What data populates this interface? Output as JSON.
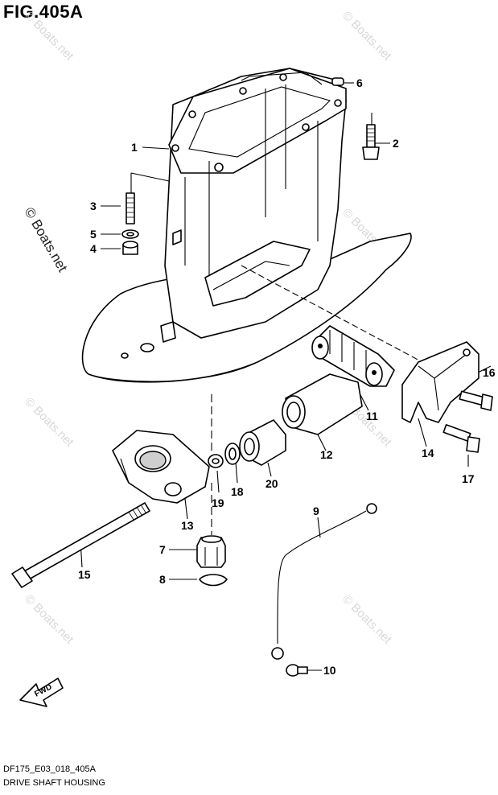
{
  "figure_title": "FIG.405A",
  "model_code": "DF175_E03_018_405A",
  "drawing_title": "DRIVE SHAFT HOUSING",
  "watermark": "© Boats.net",
  "fwd_label": "FWD",
  "callouts": [
    "1",
    "2",
    "3",
    "4",
    "5",
    "6",
    "7",
    "8",
    "9",
    "10",
    "11",
    "12",
    "13",
    "14",
    "15",
    "16",
    "17",
    "18",
    "19",
    "20"
  ]
}
